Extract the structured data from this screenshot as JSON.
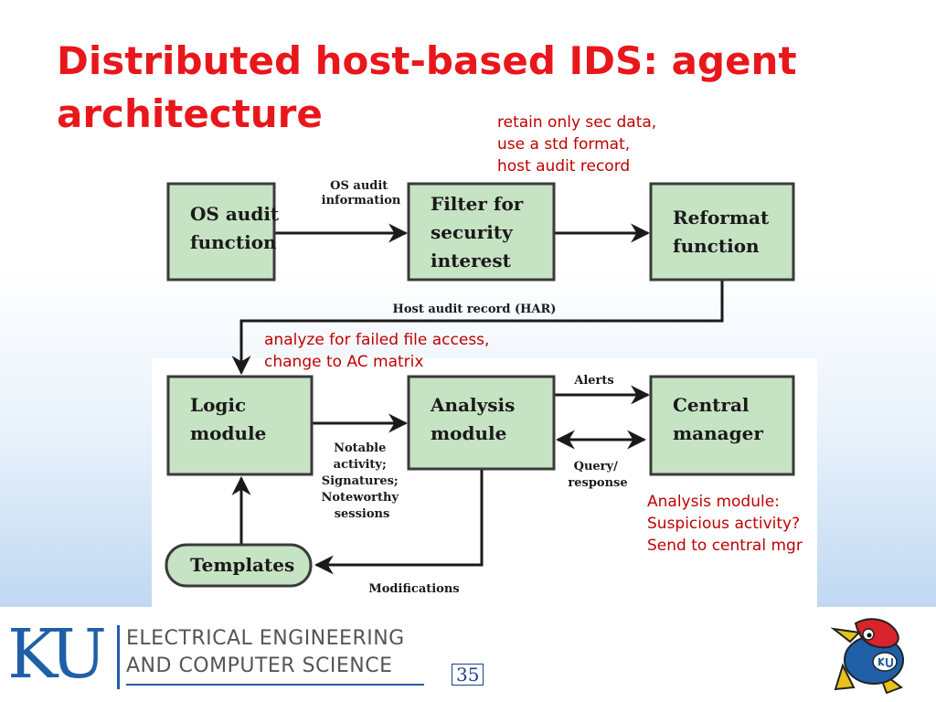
{
  "slide": {
    "title": "Distributed host-based IDS: agent architecture",
    "page_number": "35"
  },
  "notes": {
    "filter": "retain only sec data,\nuse a std format,\nhost audit record",
    "logic": "analyze for failed file access,\nchange to  AC matrix",
    "analysis": "Analysis module:\nSuspicious activity?\nSend to central mgr"
  },
  "diagram": {
    "boxes": {
      "os_audit": [
        "OS audit",
        "function"
      ],
      "filter": [
        "Filter for",
        "security",
        "interest"
      ],
      "reformat": [
        "Reformat",
        "function"
      ],
      "logic": [
        "Logic",
        "module"
      ],
      "analysis": [
        "Analysis",
        "module"
      ],
      "central": [
        "Central",
        "manager"
      ],
      "templates": [
        "Templates"
      ]
    },
    "labels": {
      "os_audit_info": [
        "OS audit",
        "information"
      ],
      "har": "Host audit record (HAR)",
      "alerts": "Alerts",
      "query": [
        "Query/",
        "response"
      ],
      "notable": [
        "Notable",
        "activity;",
        "Signatures;",
        "Noteworthy",
        "sessions"
      ],
      "modifications": "Modifications"
    }
  },
  "footer": {
    "logo_text": "KU",
    "dept_line1": "ELECTRICAL ENGINEERING",
    "dept_line2": "AND COMPUTER SCIENCE"
  },
  "colors": {
    "title": "#e8171b",
    "note": "#c00000",
    "box_fill": "#c6e3c4",
    "ku_blue": "#1f5fa8"
  }
}
